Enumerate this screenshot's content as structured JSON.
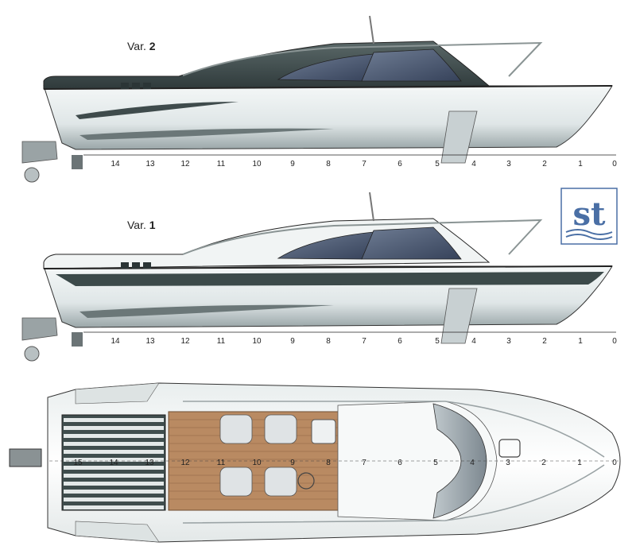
{
  "variants": [
    {
      "prefix": "Var.",
      "number": "2"
    },
    {
      "prefix": "Var.",
      "number": "1"
    }
  ],
  "logo_text": "st",
  "side_scale": [
    "14",
    "13",
    "12",
    "11",
    "10",
    "9",
    "8",
    "7",
    "6",
    "5",
    "4",
    "3",
    "2",
    "1",
    "0"
  ],
  "deck_scale": [
    "15",
    "14",
    "13",
    "12",
    "11",
    "10",
    "9",
    "8",
    "7",
    "6",
    "5",
    "4",
    "3",
    "2",
    "1",
    "0"
  ],
  "colors": {
    "hull_dark": "#3c4a4a",
    "hull_light": "#e6ecec",
    "glass": "#4d5a6e",
    "teak": "#b98a62",
    "logo_blue": "#4a6fa5"
  }
}
